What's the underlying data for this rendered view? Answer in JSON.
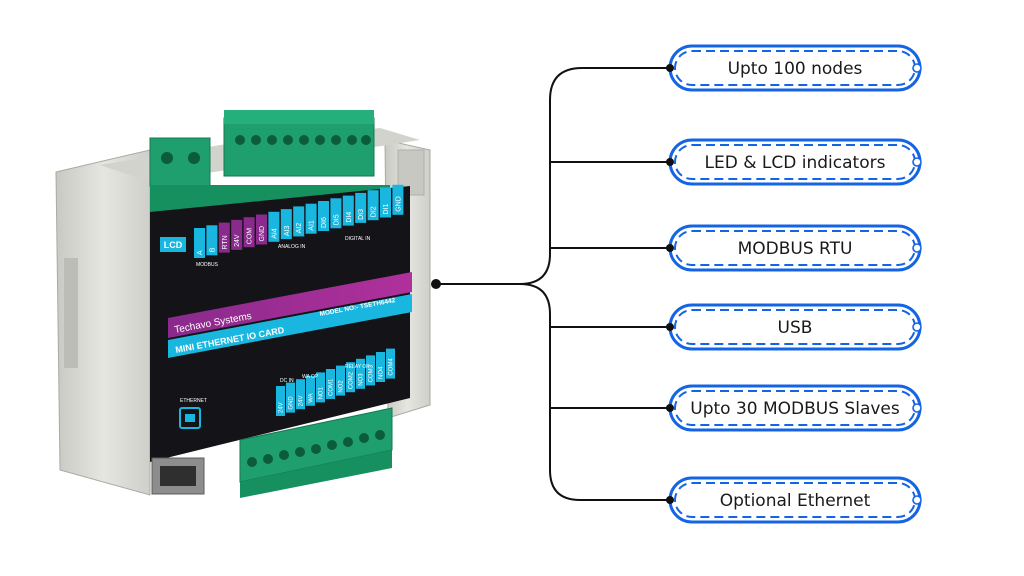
{
  "device": {
    "brand": "Techavo Systems",
    "product": "MINI ETHERNET IO CARD",
    "model": "MODEL NO:- TSETH6442",
    "lcd": "LCD",
    "ethernet": "ETHERNET",
    "modbus": "MODBUS",
    "analog_in": "ANALOG IN",
    "digital_in": "DIGITAL IN",
    "dc_in": "DC IN",
    "wa_op": "WA OP",
    "relay_op": "RELAY OP",
    "top_labels": [
      "A",
      "B",
      "RTN",
      "24V",
      "COM",
      "GND",
      "AI4",
      "AI3",
      "AI2",
      "AI1",
      "DI6",
      "DI5",
      "DI4",
      "DI3",
      "DI2",
      "DI1",
      "GND"
    ],
    "bottom_labels": [
      "24V",
      "GND",
      "24V",
      "WA",
      "NO1",
      "COM1",
      "NO2",
      "COM2",
      "NO3",
      "COM3",
      "NO4",
      "COM4"
    ]
  },
  "features": [
    {
      "label": "Upto 100 nodes"
    },
    {
      "label": "LED & LCD indicators"
    },
    {
      "label": "MODBUS RTU"
    },
    {
      "label": "USB"
    },
    {
      "label": "Upto 30 MODBUS Slaves"
    },
    {
      "label": "Optional Ethernet"
    }
  ],
  "colors": {
    "pill_border": "#1464e6",
    "connector": "#111111",
    "terminal_green": "#1f9e6e",
    "panel_black": "#141418",
    "accent_cyan": "#19b6e0",
    "accent_purple": "#8a2a8c",
    "housing": "#d9d9d4"
  }
}
